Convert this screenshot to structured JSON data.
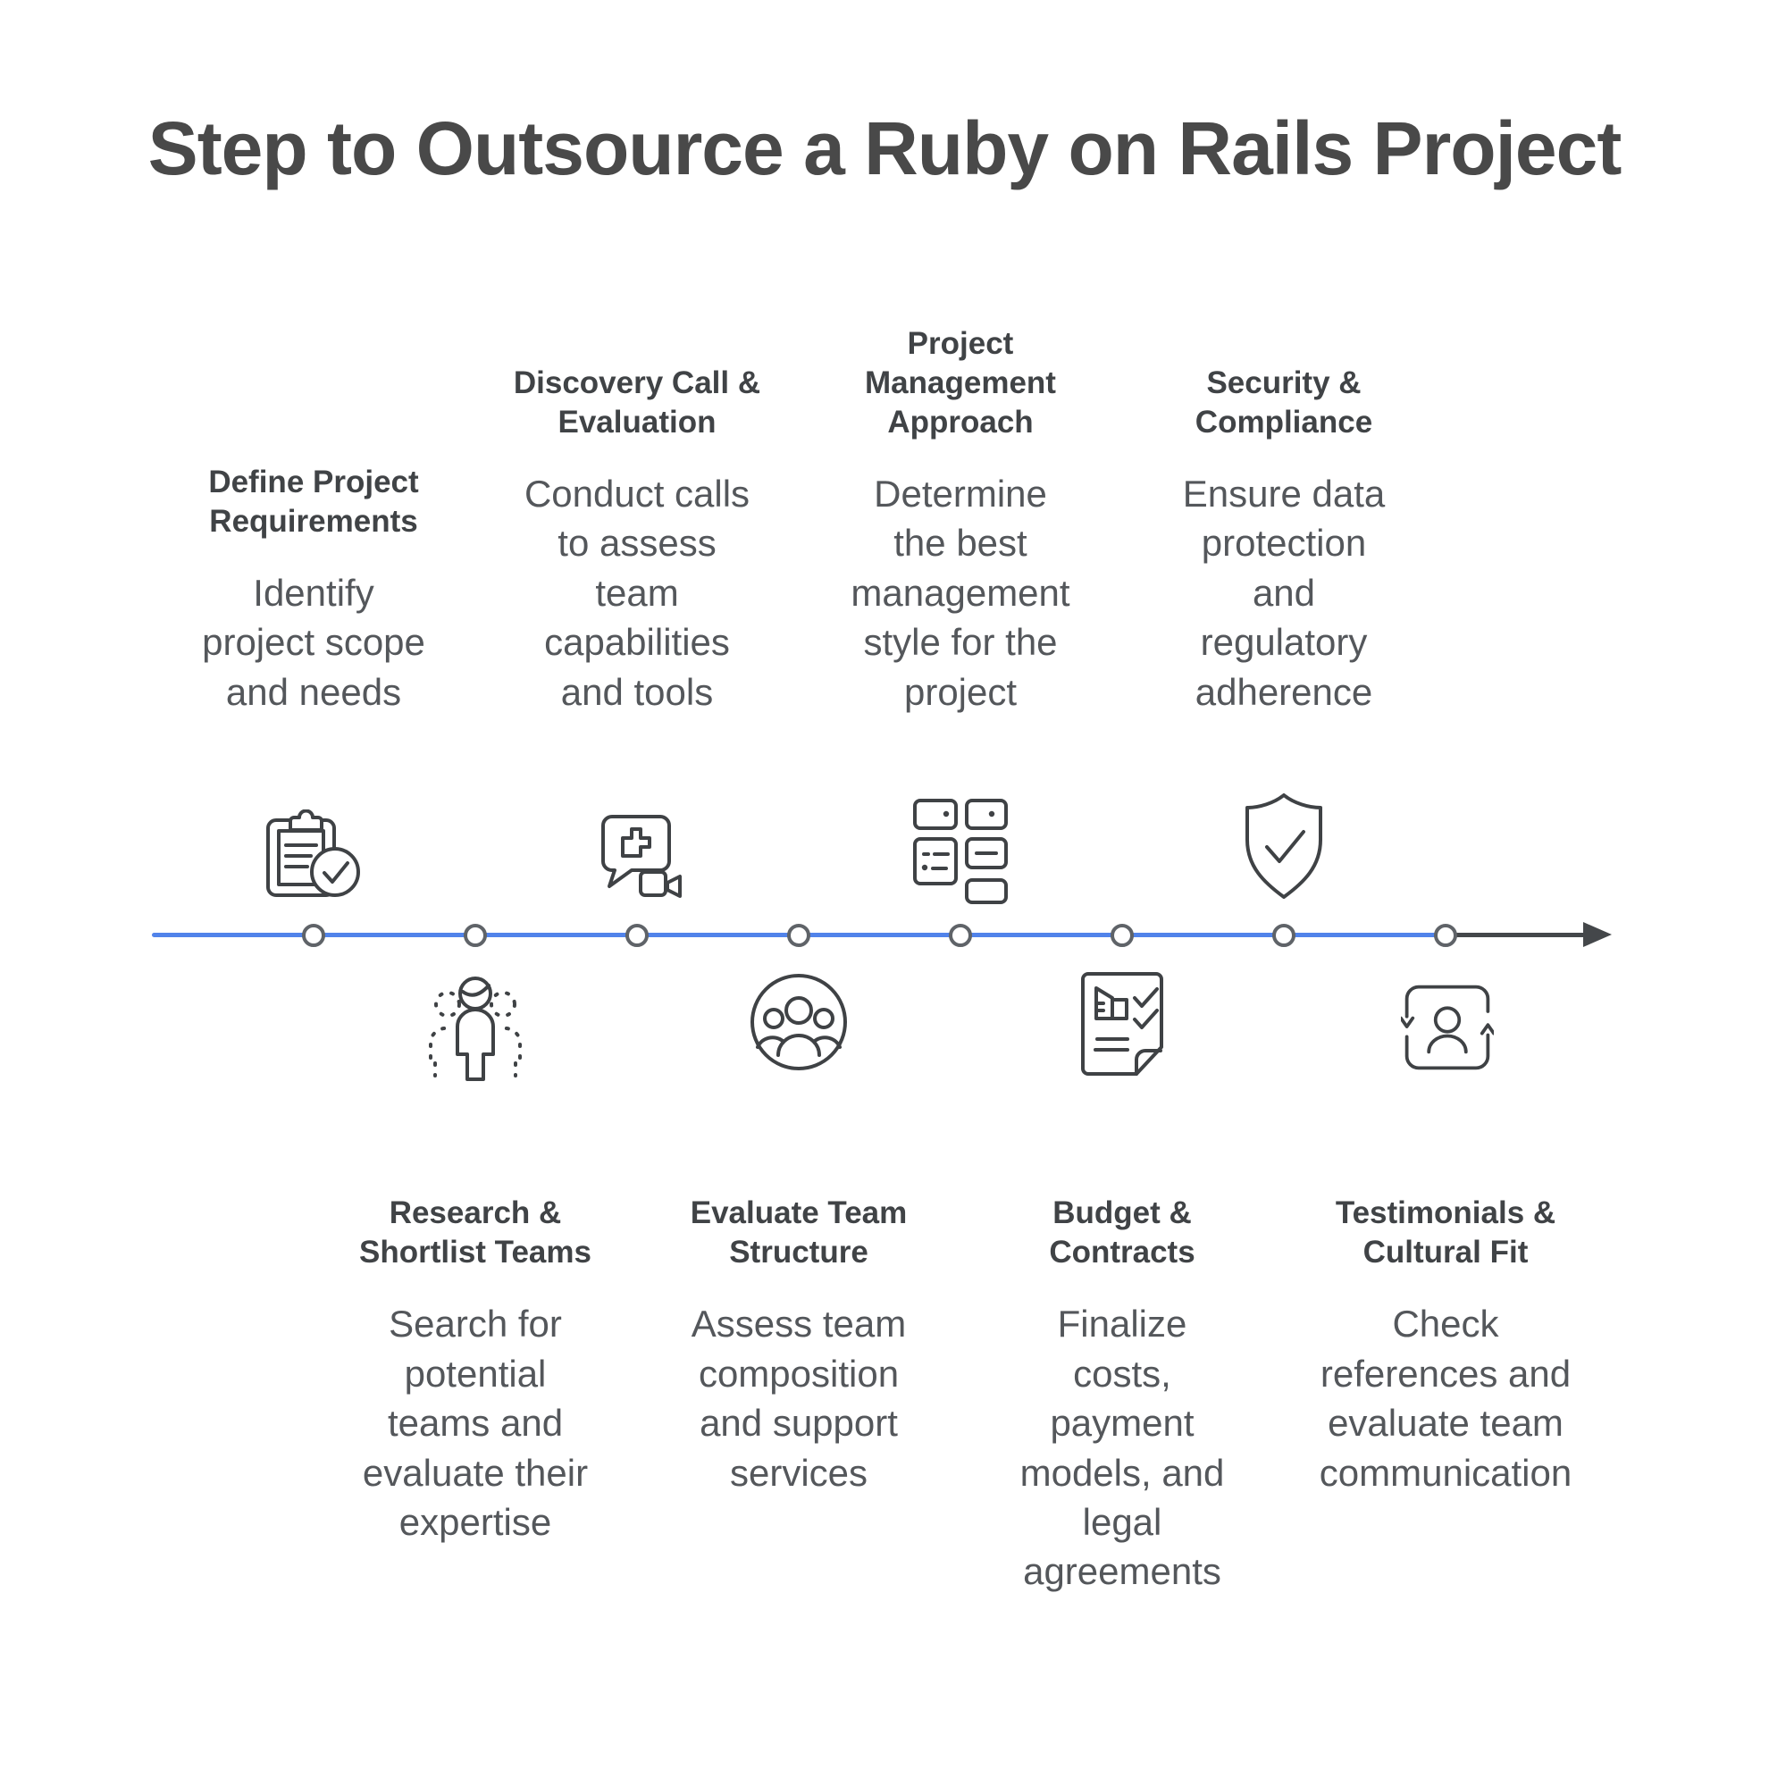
{
  "page": {
    "title": "Step to Outsource a Ruby on Rails Project"
  },
  "colors": {
    "timeline_blue": "#5183ea",
    "timeline_dark": "#44474a",
    "title_text": "#494949",
    "heading_text": "#404346",
    "body_text": "#54575b",
    "icon_stroke": "#3f4245"
  },
  "steps": [
    {
      "title": "Define Project\nRequirements",
      "body": "Identify\nproject scope\nand needs",
      "icon": "clipboard-check-icon"
    },
    {
      "title": "Research &\nShortlist Teams",
      "body": "Search for\npotential\nteams and\nevaluate their\nexpertise",
      "icon": "team-search-icon"
    },
    {
      "title": "Discovery Call &\nEvaluation",
      "body": "Conduct calls\nto assess\nteam\ncapabilities\nand tools",
      "icon": "video-call-icon"
    },
    {
      "title": "Evaluate Team\nStructure",
      "body": "Assess team\ncomposition\nand support\nservices",
      "icon": "team-circle-icon"
    },
    {
      "title": "Project\nManagement\nApproach",
      "body": "Determine\nthe best\nmanagement\nstyle for the\nproject",
      "icon": "kanban-cards-icon"
    },
    {
      "title": "Budget &\nContracts",
      "body": "Finalize\ncosts,\npayment\nmodels, and\nlegal\nagreements",
      "icon": "contract-checklist-icon"
    },
    {
      "title": "Security &\nCompliance",
      "body": "Ensure data\nprotection\nand\nregulatory\nadherence",
      "icon": "shield-check-icon"
    },
    {
      "title": "Testimonials &\nCultural Fit",
      "body": "Check\nreferences and\nevaluate team\ncommunication",
      "icon": "person-sync-icon"
    }
  ]
}
